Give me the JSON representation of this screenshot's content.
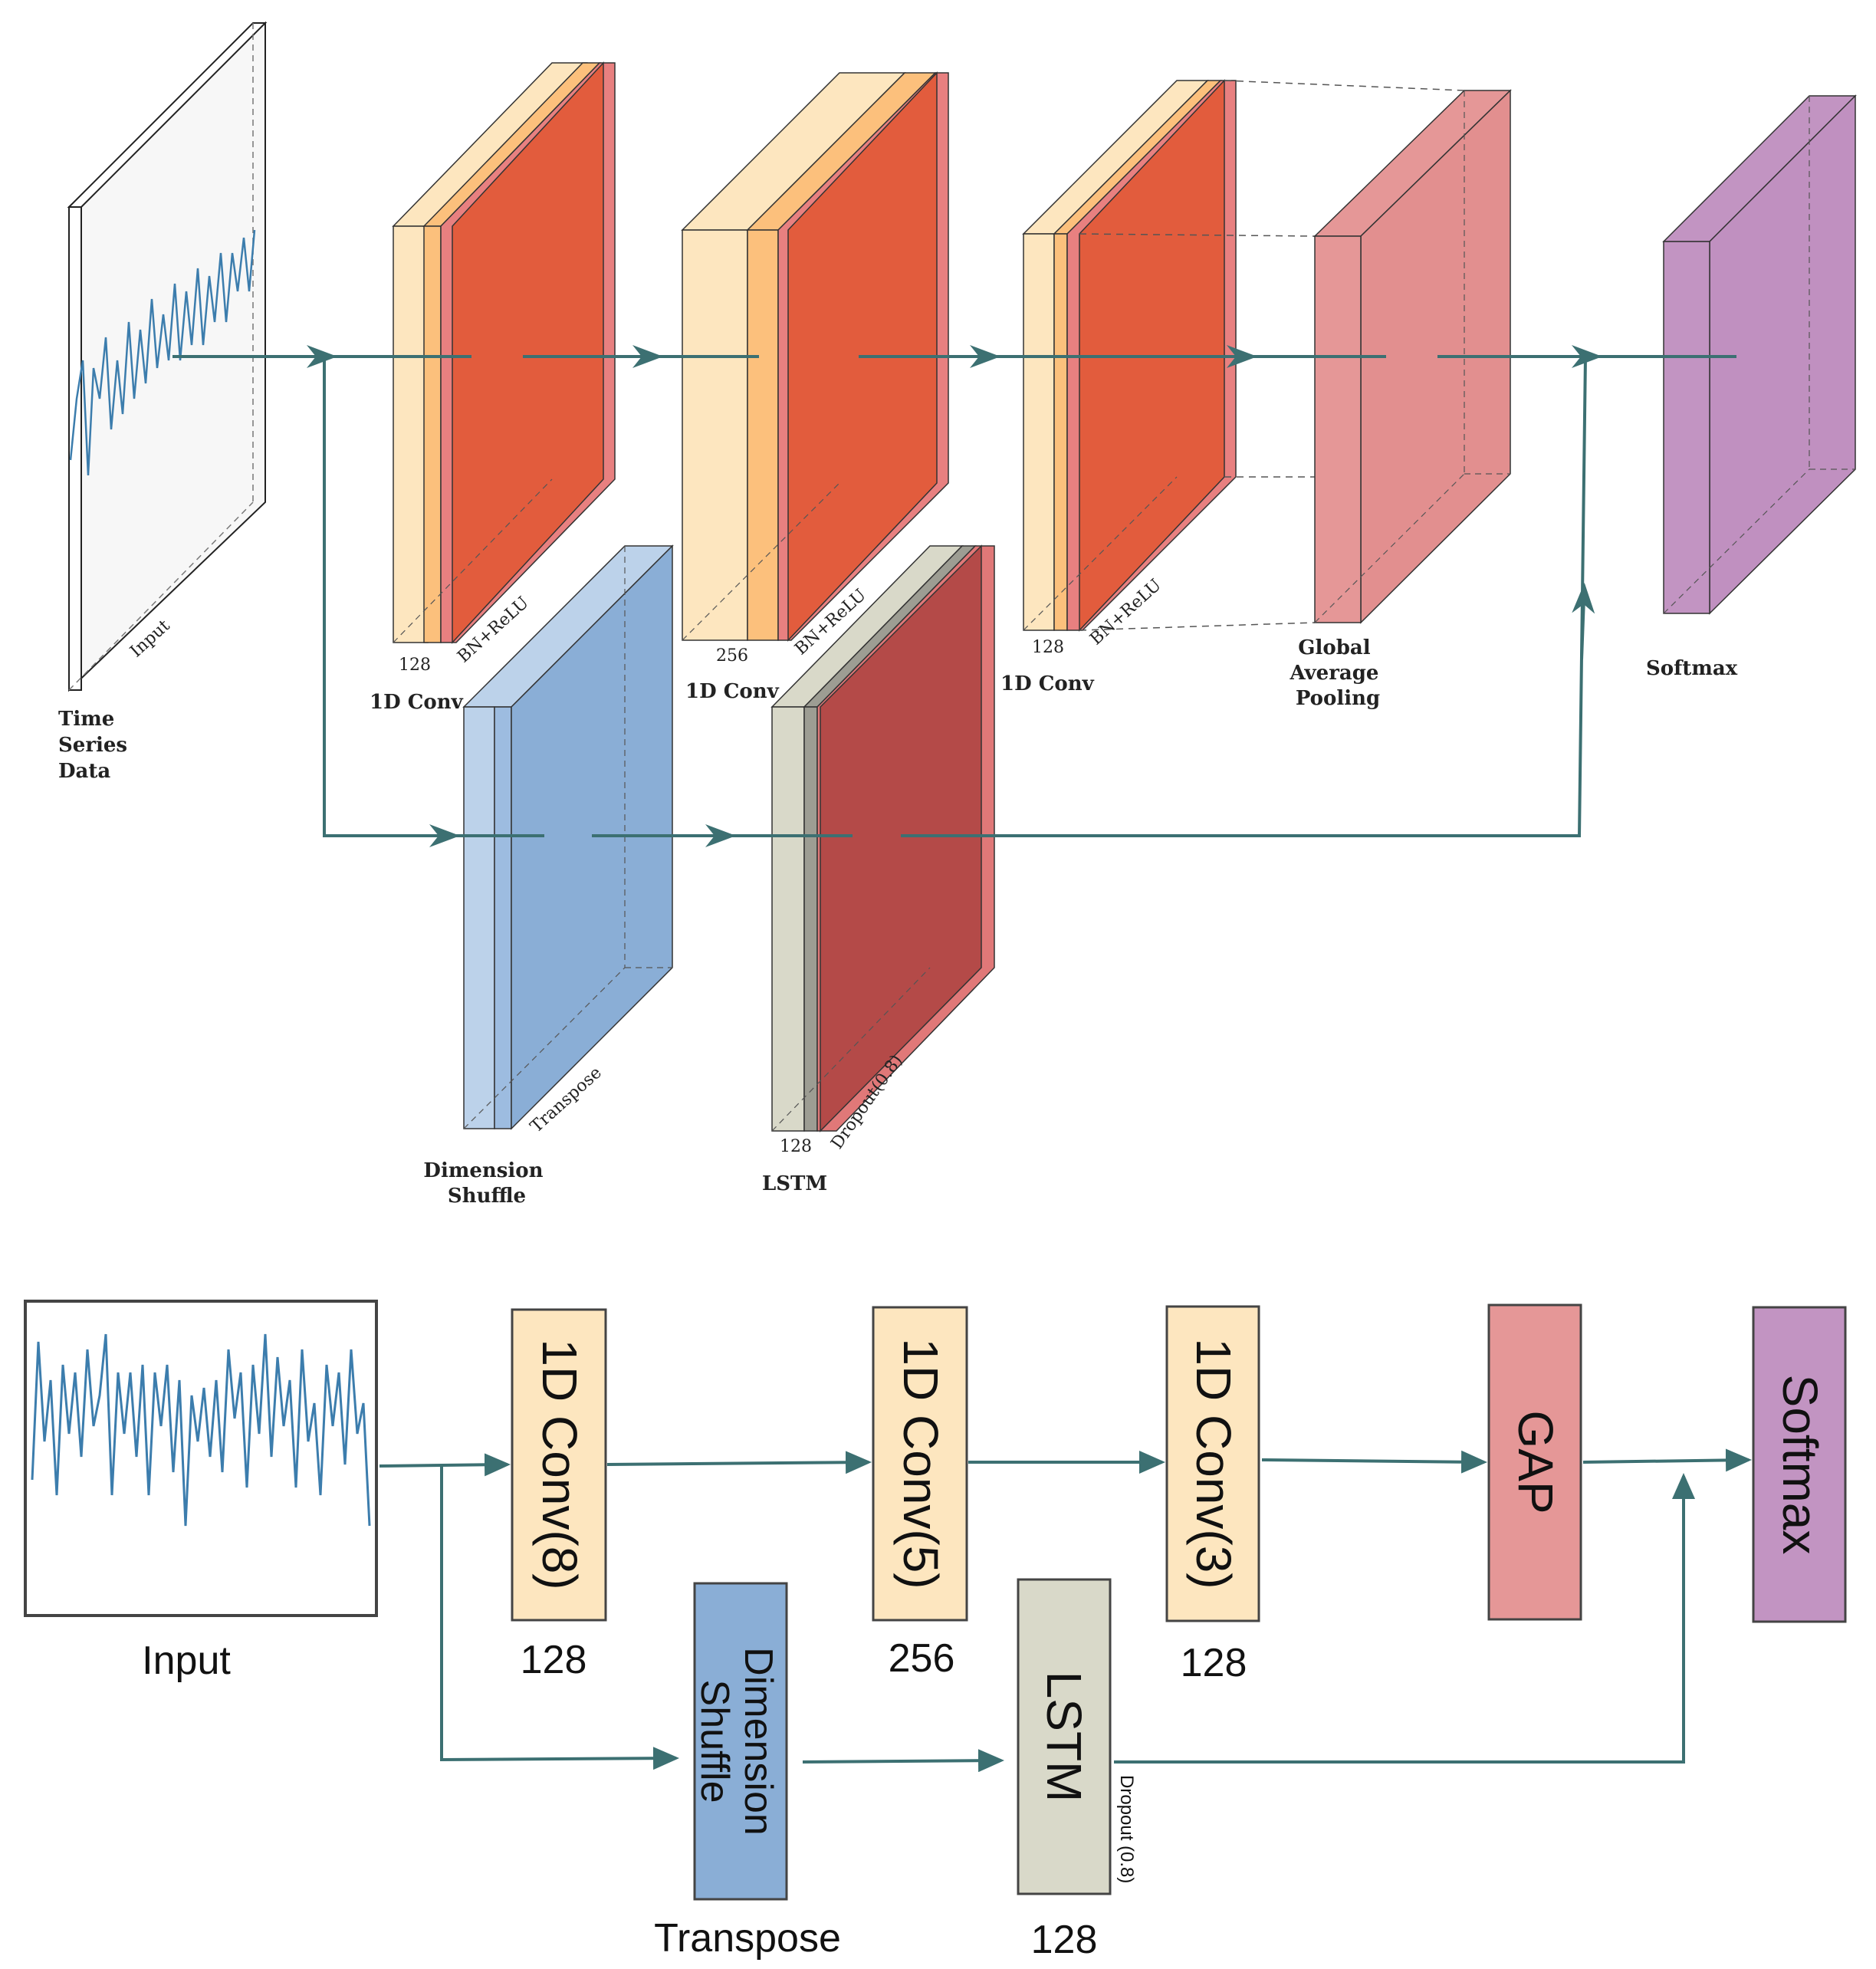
{
  "top": {
    "input_label": "Input",
    "time_series_label": [
      "Time",
      "Series",
      "Data"
    ],
    "conv1": {
      "channels": "128",
      "bn": "BN+ReLU",
      "label": "1D Conv"
    },
    "conv2": {
      "channels": "256",
      "bn": "BN+ReLU",
      "label": "1D Conv"
    },
    "conv3": {
      "channels": "128",
      "bn": "BN+ReLU",
      "label": "1D Conv"
    },
    "gap": {
      "label": [
        "Global",
        "Average",
        "Pooling"
      ]
    },
    "softmax": {
      "label": "Softmax"
    },
    "shuffle": {
      "sublabel": "Transpose",
      "label": [
        "Dimension",
        "Shuffle"
      ]
    },
    "lstm": {
      "channels": "128",
      "dropout": "Dropout(0.8)",
      "label": "LSTM"
    }
  },
  "bottom": {
    "input_label": "Input",
    "conv1": {
      "text": "1D Conv(8)",
      "channels": "128"
    },
    "conv2": {
      "text": "1D Conv(5)",
      "channels": "256"
    },
    "conv3": {
      "text": "1D Conv(3)",
      "channels": "128"
    },
    "gap": {
      "text": "GAP"
    },
    "softmax": {
      "text": "Softmax"
    },
    "shuffle": {
      "text": [
        "Dimension",
        "Shuffle"
      ],
      "sublabel": "Transpose"
    },
    "lstm": {
      "text": "LSTM",
      "dropout": "Dropout (0.8)",
      "channels": "128"
    }
  },
  "colors": {
    "conv_light": "#fde6bf",
    "conv_mid": "#fcc07c",
    "conv_red": "#e25c3d",
    "gap": "#e59797",
    "softmax": "#c294c2",
    "shuffle_light": "#bcd2ea",
    "shuffle": "#8aaed6",
    "lstm_light": "#d9d9c9",
    "lstm_red": "#b44a48",
    "arrow": "#3c7072",
    "signal": "#3c7dad"
  }
}
